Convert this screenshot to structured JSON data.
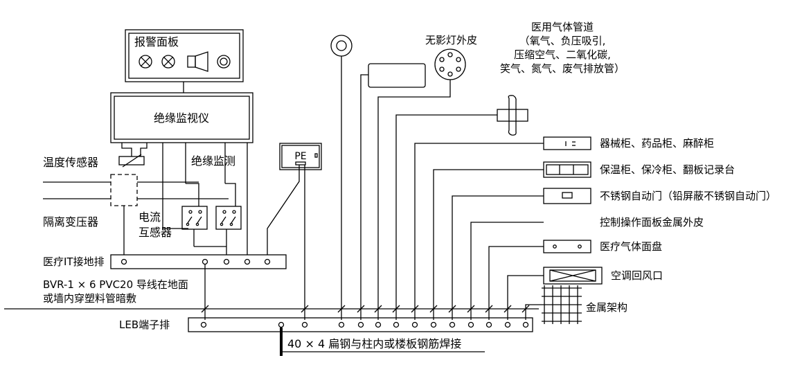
{
  "labels": {
    "alarm_panel": "报警面板",
    "insulation_monitor": "绝缘监视仪",
    "temperature_sensor": "温度传感器",
    "insulation_monitoring": "绝缘监测",
    "isolation_transformer": "隔离变压器",
    "current_transformer_line1": "电流",
    "current_transformer_line2": "互感器",
    "it_ground_bar": "医疗IT接地排",
    "pe": "PE",
    "cable_line1": "BVR-1 × 6 PVC20  导线在地面",
    "cable_line2": "或墙内穿塑料管暗敷",
    "leb_bar": "LEB端子排",
    "flat_steel": "40 × 4 扁钢与柱内或楼板钢筋焊接",
    "surgical_lamp": "无影灯外皮",
    "medical_gas_line1": "医用气体管道",
    "medical_gas_line2": "（氧气、负压吸引,",
    "medical_gas_line3": "压缩空气、二氧化碳,",
    "medical_gas_line4": "笑气、氮气、废气排放管）",
    "cabinets": "器械柜、药品柜、麻醉柜",
    "warm_cold_cabinet": "保温柜、保冷柜、翻板记录台",
    "steel_door": "不锈钢自动门（铅屏蔽不锈钢自动门）",
    "control_panel": "控制操作面板金属外皮",
    "gas_panel": "医疗气体面盘",
    "ac_return": "空调回风口",
    "metal_frame": "金属架构"
  },
  "icons": [
    "lamp-cross-icon",
    "lamp-cross-icon",
    "speaker-icon",
    "bell-ring-icon"
  ],
  "colors": {
    "stroke": "#000000",
    "background": "#ffffff"
  }
}
